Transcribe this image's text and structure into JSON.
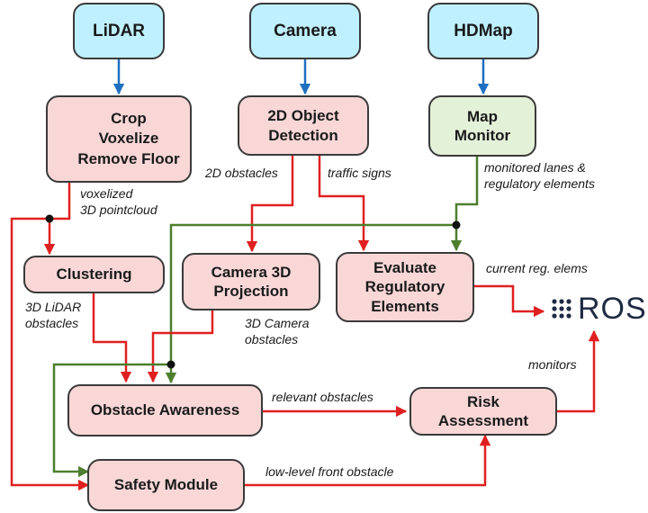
{
  "nodes": {
    "lidar": "LiDAR",
    "camera": "Camera",
    "hdmap": "HDMap",
    "crop": "Crop\nVoxelize\nRemove Floor",
    "object_detection": "2D Object\nDetection",
    "map_monitor": "Map\nMonitor",
    "clustering": "Clustering",
    "camera_projection": "Camera 3D\nProjection",
    "evaluate_regulatory": "Evaluate\nRegulatory\nElements",
    "obstacle_awareness": "Obstacle Awareness",
    "risk_assessment": "Risk\nAssessment",
    "safety_module": "Safety Module",
    "ros": "ROS"
  },
  "edge_labels": {
    "voxelized": "voxelized\n3D pointcloud",
    "obstacles_2d": "2D obstacles",
    "traffic_signs": "traffic signs",
    "monitored_lanes": "monitored lanes &\nregulatory elements",
    "lidar_obstacles": "3D LiDAR\nobstacles",
    "camera_obstacles": "3D Camera\nobstacles",
    "current_reg": "current reg. elems",
    "monitors": "monitors",
    "relevant_obstacles": "relevant obstacles",
    "front_obstacle": "low-level front obstacle"
  },
  "colors": {
    "source_fill": "#bff0ff",
    "process_fill": "#f9d7d7",
    "monitor_fill": "#e4f1d9",
    "blue_arrow": "#1f6fc1",
    "red_arrow": "#e02020",
    "green_arrow": "#4d7f2e"
  },
  "icons": {
    "ros_logo": "ros-dot-grid-icon"
  }
}
